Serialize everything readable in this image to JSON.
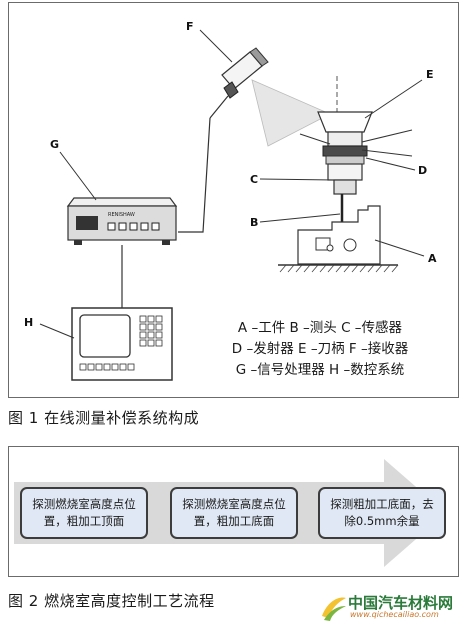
{
  "figure1": {
    "labels": {
      "A": "A",
      "B": "B",
      "C": "C",
      "D": "D",
      "E": "E",
      "F": "F",
      "G": "G",
      "H": "H"
    },
    "legend": [
      "A –工件  B –测头  C –传感器",
      "D –发射器  E –刀柄 F –接收器",
      "G –信号处理器  H –数控系统"
    ],
    "device_brand": "RENISHAW",
    "caption": "图 1  在线测量补偿系统构成"
  },
  "figure2": {
    "steps": [
      "探测燃烧室高度点位置，粗加工顶面",
      "探测燃烧室高度点位置，粗加工底面",
      "探测粗加工底面，去除0.5mm余量"
    ],
    "caption": "图 2  燃烧室高度控制工艺流程"
  },
  "watermark": {
    "name": "中国汽车材料网",
    "url": "www.qichecailiao.com"
  }
}
